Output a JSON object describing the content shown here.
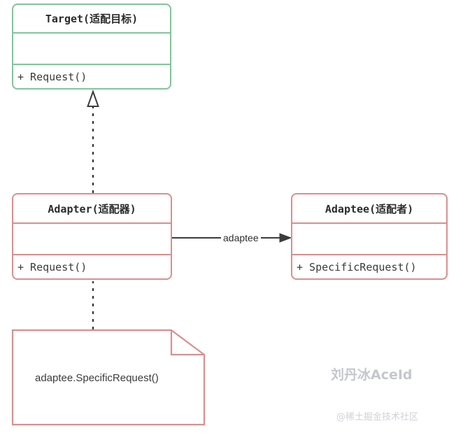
{
  "diagram": {
    "title": "Adapter Pattern UML Class Diagram",
    "colors": {
      "target_border": "#82c49a",
      "adapter_border": "#d98f8f",
      "adaptee_border": "#d98f8f",
      "note_border": "#d98f8f",
      "connector": "#3c3c3c",
      "text": "#2b2b2b",
      "watermark": "#c4c7cc",
      "background": "#ffffff"
    },
    "classes": [
      {
        "id": "target",
        "name": "Target(适配目标)",
        "attributes": [],
        "operations": [
          "+ Request()"
        ]
      },
      {
        "id": "adapter",
        "name": "Adapter(适配器)",
        "attributes": [],
        "operations": [
          "+ Request()"
        ]
      },
      {
        "id": "adaptee",
        "name": "Adaptee(适配者)",
        "attributes": [],
        "operations": [
          "+ SpecificRequest()"
        ]
      }
    ],
    "note": {
      "id": "note-adapter-body",
      "text": "adaptee.SpecificRequest()"
    },
    "edges": [
      {
        "id": "realization",
        "from": "adapter",
        "to": "target",
        "kind": "realization",
        "line": "dashed",
        "arrowhead": "hollow-triangle",
        "label": ""
      },
      {
        "id": "association",
        "from": "adapter",
        "to": "adaptee",
        "kind": "association",
        "line": "solid",
        "arrowhead": "solid-arrow",
        "label": "adaptee"
      },
      {
        "id": "note-link",
        "from": "note-adapter-body",
        "to": "adapter",
        "kind": "note-anchor",
        "line": "dashed",
        "arrowhead": "none",
        "label": ""
      }
    ]
  },
  "watermarks": {
    "author": "刘丹冰AceId",
    "site": "@稀土掘金技术社区"
  }
}
